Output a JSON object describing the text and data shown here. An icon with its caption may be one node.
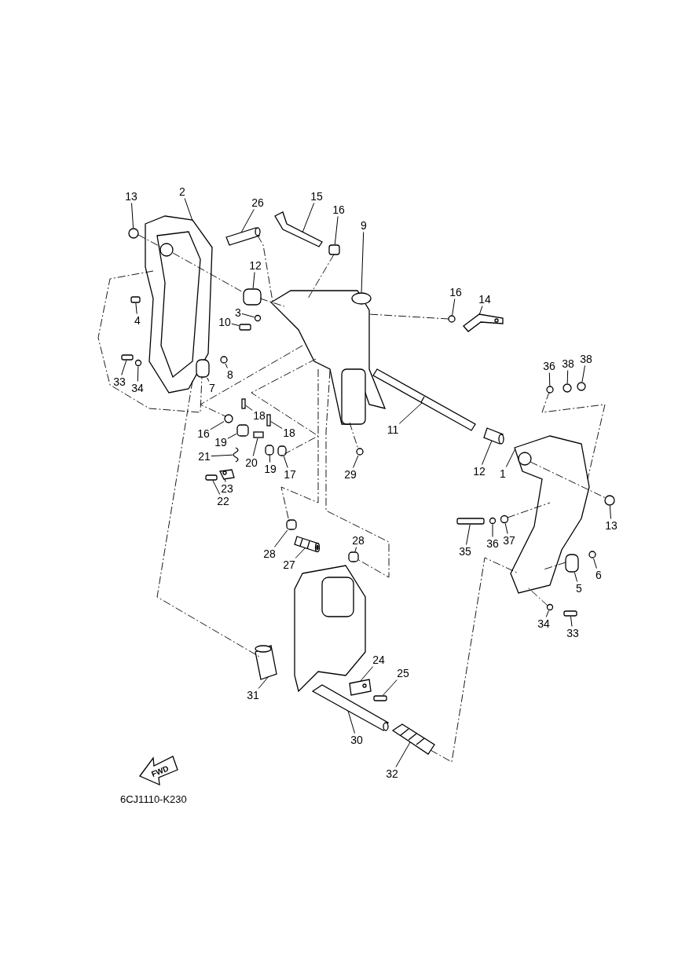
{
  "diagram": {
    "nodes": [
      {
        "text": [
          "13"
        ]
      },
      {
        "text": [
          "2"
        ]
      },
      {
        "text": [
          "26"
        ]
      },
      {
        "text": [
          "15"
        ]
      },
      {
        "text": [
          "16"
        ]
      },
      {
        "text": [
          "9"
        ]
      },
      {
        "text": [
          "12"
        ]
      },
      {
        "text": [
          "16"
        ]
      },
      {
        "text": [
          "14"
        ]
      },
      {
        "text": [
          "4"
        ]
      },
      {
        "text": [
          "3"
        ]
      },
      {
        "text": [
          "10"
        ]
      },
      {
        "text": [
          "36"
        ]
      },
      {
        "text": [
          "38"
        ]
      },
      {
        "text": [
          "38"
        ]
      },
      {
        "text": [
          "33"
        ]
      },
      {
        "text": [
          "34"
        ]
      },
      {
        "text": [
          "7"
        ]
      },
      {
        "text": [
          "8"
        ]
      },
      {
        "text": [
          "18"
        ]
      },
      {
        "text": [
          "18"
        ]
      },
      {
        "text": [
          "16"
        ]
      },
      {
        "text": [
          "19"
        ]
      },
      {
        "text": [
          "11"
        ]
      },
      {
        "text": [
          "21"
        ]
      },
      {
        "text": [
          "20"
        ]
      },
      {
        "text": [
          "19"
        ]
      },
      {
        "text": [
          "17"
        ]
      },
      {
        "text": [
          "29"
        ]
      },
      {
        "text": [
          "12"
        ]
      },
      {
        "text": [
          "1"
        ]
      },
      {
        "text": [
          "23"
        ]
      },
      {
        "text": [
          "22"
        ]
      },
      {
        "text": [
          "13"
        ]
      },
      {
        "text": [
          "28"
        ]
      },
      {
        "text": [
          "27"
        ]
      },
      {
        "text": [
          "28"
        ]
      },
      {
        "text": [
          "35"
        ]
      },
      {
        "text": [
          "36"
        ]
      },
      {
        "text": [
          "37"
        ]
      },
      {
        "text": [
          "5"
        ]
      },
      {
        "text": [
          "6"
        ]
      },
      {
        "text": [
          "34"
        ]
      },
      {
        "text": [
          "33"
        ]
      },
      {
        "text": [
          "24"
        ]
      },
      {
        "text": [
          "25"
        ]
      },
      {
        "text": [
          "31"
        ]
      },
      {
        "text": [
          "30"
        ]
      },
      {
        "text": [
          "32"
        ]
      },
      {
        "text": [],
        "shape": "circle"
      },
      {
        "text": [],
        "shape": "picture"
      },
      {
        "text": [],
        "shape": "picture"
      },
      {
        "text": [],
        "shape": "picture"
      },
      {
        "text": [],
        "shape": "box"
      },
      {
        "text": [],
        "shape": "picture"
      },
      {
        "text": [],
        "shape": "box"
      },
      {
        "text": [],
        "shape": "circle"
      },
      {
        "text": [],
        "shape": "picture"
      },
      {
        "text": [],
        "shape": "box"
      },
      {
        "text": [],
        "shape": "circle"
      },
      {
        "text": [],
        "shape": "box"
      },
      {
        "text": [],
        "shape": "circle"
      },
      {
        "text": [],
        "shape": "circle"
      },
      {
        "text": [],
        "shape": "circle"
      },
      {
        "text": [],
        "shape": "box"
      },
      {
        "text": [],
        "shape": "circle"
      },
      {
        "text": [],
        "shape": "box"
      },
      {
        "text": [],
        "shape": "circle"
      },
      {
        "text": [],
        "shape": "box"
      },
      {
        "text": [],
        "shape": "box"
      },
      {
        "text": [],
        "shape": "circle"
      },
      {
        "text": [],
        "shape": "box"
      },
      {
        "text": [],
        "shape": "picture"
      },
      {
        "text": [],
        "shape": "picture"
      },
      {
        "text": [],
        "shape": "box"
      },
      {
        "text": [],
        "shape": "box"
      },
      {
        "text": [],
        "shape": "box"
      },
      {
        "text": [],
        "shape": "circle"
      },
      {
        "text": [],
        "shape": "picture"
      },
      {
        "text": [],
        "shape": "picture"
      },
      {
        "text": [],
        "shape": "picture"
      },
      {
        "text": [],
        "shape": "box"
      },
      {
        "text": [],
        "shape": "circle"
      },
      {
        "text": [],
        "shape": "box"
      },
      {
        "text": [],
        "shape": "picture"
      },
      {
        "text": [],
        "shape": "box"
      },
      {
        "text": [],
        "shape": "box"
      },
      {
        "text": [],
        "shape": "circle"
      },
      {
        "text": [],
        "shape": "circle"
      },
      {
        "text": [],
        "shape": "box"
      },
      {
        "text": [],
        "shape": "circle"
      },
      {
        "text": [],
        "shape": "circle"
      },
      {
        "text": [],
        "shape": "box"
      },
      {
        "text": [],
        "shape": "picture"
      },
      {
        "text": [],
        "shape": "box"
      },
      {
        "text": [],
        "shape": "picture"
      },
      {
        "text": [],
        "shape": "picture"
      },
      {
        "text": [],
        "shape": "picture"
      },
      {
        "text": [],
        "shape": "picture"
      },
      {
        "text": [
          "FWD"
        ]
      }
    ],
    "edges": [
      {
        "from": 0,
        "to": 49,
        "arrow": "none"
      },
      {
        "from": 1,
        "to": 50,
        "arrow": "none"
      },
      {
        "from": 2,
        "to": 51,
        "arrow": "none"
      },
      {
        "from": 3,
        "to": 52,
        "arrow": "none"
      },
      {
        "from": 4,
        "to": 53,
        "arrow": "none"
      },
      {
        "from": 5,
        "to": 54,
        "arrow": "none"
      },
      {
        "from": 6,
        "to": 55,
        "arrow": "none"
      },
      {
        "from": 7,
        "to": 56,
        "arrow": "none"
      },
      {
        "from": 8,
        "to": 57,
        "arrow": "none"
      },
      {
        "from": 9,
        "to": 58,
        "arrow": "none"
      },
      {
        "from": 10,
        "to": 59,
        "arrow": "none"
      },
      {
        "from": 11,
        "to": 60,
        "arrow": "none"
      },
      {
        "from": 12,
        "to": 61,
        "arrow": "none"
      },
      {
        "from": 13,
        "to": 62,
        "arrow": "none"
      },
      {
        "from": 14,
        "to": 63,
        "arrow": "none"
      },
      {
        "from": 15,
        "to": 64,
        "arrow": "none"
      },
      {
        "from": 16,
        "to": 65,
        "arrow": "none"
      },
      {
        "from": 17,
        "to": 66,
        "arrow": "none"
      },
      {
        "from": 18,
        "to": 67,
        "arrow": "none"
      },
      {
        "from": 19,
        "to": 68,
        "arrow": "none"
      },
      {
        "from": 20,
        "to": 69,
        "arrow": "none"
      },
      {
        "from": 21,
        "to": 70,
        "arrow": "none"
      },
      {
        "from": 22,
        "to": 71,
        "arrow": "none"
      },
      {
        "from": 23,
        "to": 72,
        "arrow": "none"
      },
      {
        "from": 24,
        "to": 73,
        "arrow": "none"
      },
      {
        "from": 25,
        "to": 74,
        "arrow": "none"
      },
      {
        "from": 26,
        "to": 75,
        "arrow": "none"
      },
      {
        "from": 27,
        "to": 76,
        "arrow": "none"
      },
      {
        "from": 28,
        "to": 77,
        "arrow": "none"
      },
      {
        "from": 29,
        "to": 78,
        "arrow": "none"
      },
      {
        "from": 30,
        "to": 79,
        "arrow": "none"
      },
      {
        "from": 31,
        "to": 80,
        "arrow": "none"
      },
      {
        "from": 32,
        "to": 81,
        "arrow": "none"
      },
      {
        "from": 33,
        "to": 82,
        "arrow": "none"
      },
      {
        "from": 34,
        "to": 83,
        "arrow": "none"
      },
      {
        "from": 35,
        "to": 84,
        "arrow": "none"
      },
      {
        "from": 36,
        "to": 85,
        "arrow": "none"
      },
      {
        "from": 37,
        "to": 86,
        "arrow": "none"
      },
      {
        "from": 38,
        "to": 87,
        "arrow": "none"
      },
      {
        "from": 39,
        "to": 88,
        "arrow": "none"
      },
      {
        "from": 40,
        "to": 89,
        "arrow": "none"
      },
      {
        "from": 41,
        "to": 90,
        "arrow": "none"
      },
      {
        "from": 42,
        "to": 91,
        "arrow": "none"
      },
      {
        "from": 43,
        "to": 92,
        "arrow": "none"
      },
      {
        "from": 44,
        "to": 93,
        "arrow": "none"
      },
      {
        "from": 45,
        "to": 94,
        "arrow": "none"
      },
      {
        "from": 46,
        "to": 95,
        "arrow": "none"
      },
      {
        "from": 47,
        "to": 96,
        "arrow": "none"
      },
      {
        "from": 48,
        "to": 97,
        "arrow": "none"
      },
      {
        "from": 49,
        "to": 50,
        "arrow": "none",
        "style": "dashed"
      },
      {
        "from": 50,
        "to": 55,
        "arrow": "none",
        "style": "dashed"
      },
      {
        "from": 55,
        "to": 54,
        "arrow": "none",
        "style": "dashed"
      },
      {
        "from": 51,
        "to": 54,
        "arrow": "none",
        "style": "dashed"
      },
      {
        "from": 53,
        "to": 54,
        "arrow": "none",
        "style": "dashed"
      },
      {
        "from": 56,
        "to": 54,
        "arrow": "none",
        "style": "dashed"
      },
      {
        "from": 54,
        "to": 70,
        "arrow": "none",
        "style": "dashed"
      },
      {
        "from": 54,
        "to": 76,
        "arrow": "none",
        "style": "dashed"
      },
      {
        "from": 54,
        "to": 83,
        "arrow": "none",
        "style": "dashed"
      },
      {
        "from": 54,
        "to": 85,
        "arrow": "none",
        "style": "dashed"
      },
      {
        "from": 54,
        "to": 77,
        "arrow": "none",
        "style": "dashed"
      },
      {
        "from": 79,
        "to": 82,
        "arrow": "none",
        "style": "dashed"
      },
      {
        "from": 61,
        "to": 79,
        "arrow": "none",
        "style": "dashed"
      },
      {
        "from": 88,
        "to": 79,
        "arrow": "none",
        "style": "dashed"
      },
      {
        "from": 89,
        "to": 79,
        "arrow": "none",
        "style": "dashed"
      },
      {
        "from": 91,
        "to": 79,
        "arrow": "none",
        "style": "dashed"
      },
      {
        "from": 97,
        "to": 79,
        "arrow": "none",
        "style": "dashed"
      },
      {
        "from": 50,
        "to": 95,
        "arrow": "none",
        "style": "dashed"
      },
      {
        "from": 50,
        "to": 66,
        "arrow": "none",
        "style": "dashed"
      }
    ],
    "labels": [
      "6CJ1110-K230"
    ]
  }
}
